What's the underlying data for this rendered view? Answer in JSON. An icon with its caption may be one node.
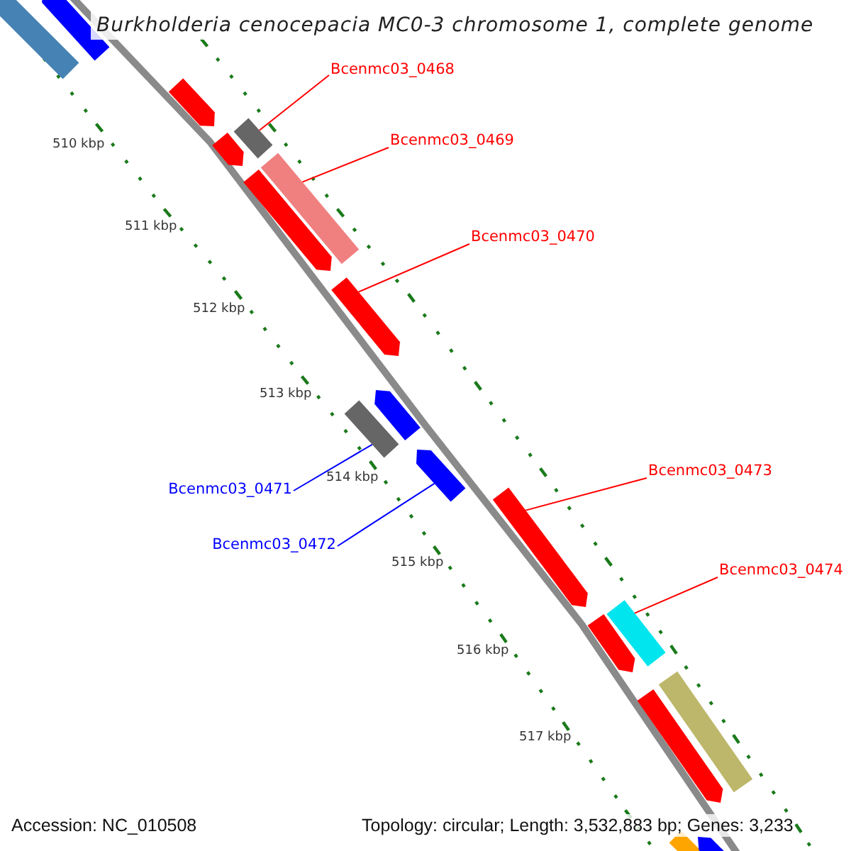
{
  "diagram": {
    "title": "Burkholderia cenocepacia MC0-3 chromosome 1, complete genome",
    "nodes": [
      {
        "text": [
          "Bcenmc03_0468"
        ]
      },
      {
        "text": [
          "Bcenmc03_0469"
        ]
      },
      {
        "text": [
          "Bcenmc03_0470"
        ]
      },
      {
        "text": [
          "Bcenmc03_0471"
        ]
      },
      {
        "text": [
          "Bcenmc03_0472"
        ]
      },
      {
        "text": [
          "Bcenmc03_0473"
        ]
      },
      {
        "text": [
          "Bcenmc03_0474"
        ]
      },
      {
        "text": [],
        "shape": "bar"
      },
      {
        "text": [],
        "shape": "bar"
      },
      {
        "text": [],
        "shape": "bar"
      },
      {
        "text": [],
        "shape": "bar"
      },
      {
        "text": [],
        "shape": "bar"
      },
      {
        "text": [],
        "shape": "bar"
      },
      {
        "text": [],
        "shape": "bar"
      },
      {
        "text": [],
        "shape": "bar"
      },
      {
        "text": [],
        "shape": "bar"
      },
      {
        "text": [],
        "shape": "bar"
      },
      {
        "text": [],
        "shape": "bar"
      },
      {
        "text": [],
        "shape": "bar"
      },
      {
        "text": [],
        "shape": "bar"
      },
      {
        "text": [],
        "shape": "bar"
      },
      {
        "text": [],
        "shape": "bar"
      },
      {
        "text": [],
        "shape": "bar"
      },
      {
        "text": [],
        "shape": "bar"
      },
      {
        "text": [],
        "shape": "bar"
      }
    ],
    "edges": [
      {
        "from": 0,
        "to": 10,
        "arrow": "none"
      },
      {
        "from": 1,
        "to": 12,
        "arrow": "none"
      },
      {
        "from": 2,
        "to": 14,
        "arrow": "none"
      },
      {
        "from": 3,
        "to": 16,
        "arrow": "none",
        "color": "#0000ff"
      },
      {
        "from": 4,
        "to": 17,
        "arrow": "none",
        "color": "#0000ff"
      },
      {
        "from": 5,
        "to": 18,
        "arrow": "none"
      },
      {
        "from": 6,
        "to": 19,
        "arrow": "none"
      }
    ],
    "labels": [
      "510 kbp",
      "511 kbp",
      "512 kbp",
      "513 kbp",
      "514 kbp",
      "515 kbp",
      "516 kbp",
      "517 kbp",
      "Accession: NC_010508",
      "Topology: circular; Length: 3,532,883 bp; Genes: 3,233"
    ]
  }
}
